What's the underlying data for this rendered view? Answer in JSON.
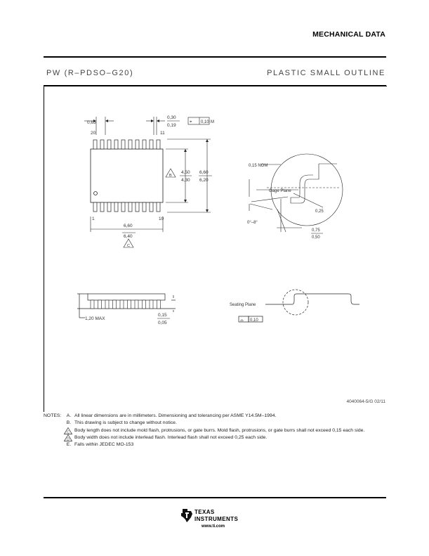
{
  "header": {
    "title": "MECHANICAL DATA"
  },
  "package": {
    "code": "PW (R–PDSO–G20)",
    "type": "PLASTIC SMALL OUTLINE"
  },
  "top_view": {
    "pin_pitch": "0,65",
    "pin_20": "20",
    "pin_11": "11",
    "pin_1": "1",
    "pin_10": "10",
    "lead_width_max": "0,30",
    "lead_width_min": "0,19",
    "tolerance": "0,10",
    "tolerance_mark": "M",
    "body_width_max": "4,50",
    "body_width_min": "4,30",
    "overall_width_max": "6,60",
    "overall_width_min": "6,20",
    "body_length_max": "6,60",
    "body_length_min": "6,40",
    "note_b_marker": "B",
    "note_c_marker": "C"
  },
  "detail_view": {
    "nom": "0,15 NOM",
    "gage_plane": "Gage Plane",
    "gage_dim": "0,25",
    "angle": "0°–8°",
    "foot_max": "0,75",
    "foot_min": "0,50"
  },
  "side_view": {
    "max_height": "1,20 MAX",
    "standoff_max": "0,15",
    "standoff_min": "0,05",
    "seating_plane": "Seating Plane",
    "coplanarity": "0,10"
  },
  "drawing_number": "4040064-5/G 02/11",
  "notes": {
    "heading": "NOTES:",
    "items": [
      {
        "tag": "A.",
        "text": "All linear dimensions are in millimeters. Dimensioning and tolerancing per ASME Y14.5M–1994."
      },
      {
        "tag": "B.",
        "text": "This drawing is subject to change without notice."
      },
      {
        "tag": "C",
        "text": "Body length does not include mold flash, protrusions, or gate burrs. Mold flash, protrusions, or gate burrs shall not exceed 0,15 each side."
      },
      {
        "tag": "D",
        "text": "Body width does not include interlead flash. Interlead flash shall not exceed 0,25 each side."
      },
      {
        "tag": "E.",
        "text": "Falls within JEDEC MO-153"
      }
    ]
  },
  "footer": {
    "brand_line1": "TEXAS",
    "brand_line2": "INSTRUMENTS",
    "url": "www.ti.com"
  }
}
